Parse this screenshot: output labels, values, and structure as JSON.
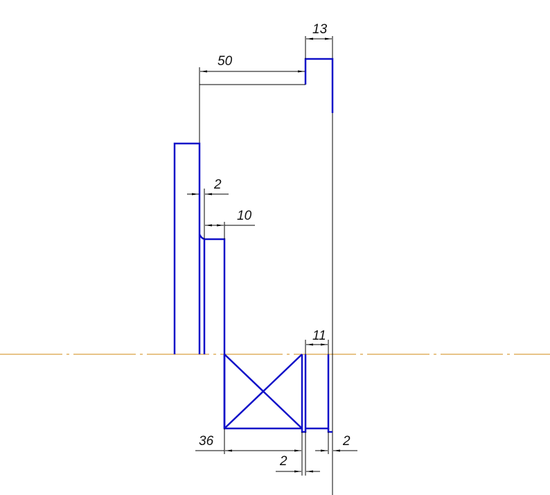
{
  "drawing": {
    "colors": {
      "contour": "#1010c8",
      "dimension": "#000000",
      "axis": "#d9a040"
    },
    "dimensions": {
      "top_width": "13",
      "top_offset": "50",
      "groove_left": "2",
      "shoulder": "10",
      "bearing_width": "36",
      "gap_bottom": "2",
      "collar": "11",
      "gap_right": "2"
    }
  }
}
